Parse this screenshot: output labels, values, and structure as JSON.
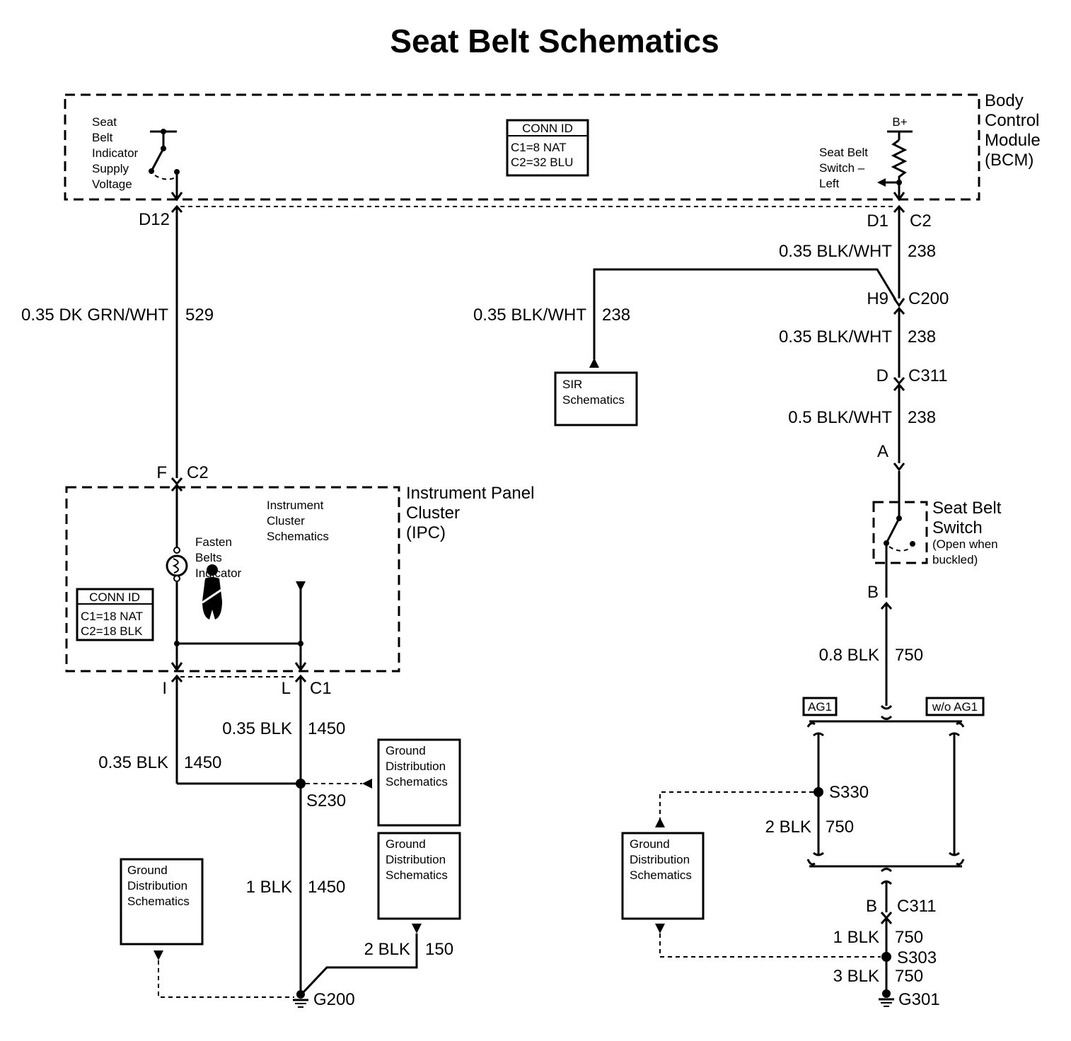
{
  "title": "Seat Belt Schematics",
  "bcm": {
    "name_lines": [
      "Body",
      "Control",
      "Module",
      "(BCM)"
    ],
    "conn_id": {
      "header": "CONN ID",
      "c1": "C1=8 NAT",
      "c2": "C2=32 BLU"
    },
    "supply_label_lines": [
      "Seat",
      "Belt",
      "Indicator",
      "Supply",
      "Voltage"
    ],
    "switch_label_lines": [
      "Seat Belt",
      "Switch –",
      "Left"
    ],
    "bplus": "B+"
  },
  "ipc": {
    "name_lines": [
      "Instrument Panel",
      "Cluster",
      "(IPC)"
    ],
    "conn_id": {
      "header": "CONN ID",
      "c1": "C1=18 NAT",
      "c2": "C2=18 BLK"
    },
    "indicator_label_lines": [
      "Fasten",
      "Belts",
      "Indicator"
    ],
    "schematics_label_lines": [
      "Instrument",
      "Cluster",
      "Schematics"
    ]
  },
  "seat_belt_switch": {
    "name_lines": [
      "Seat Belt",
      "Switch"
    ],
    "note_lines": [
      "(Open when",
      "buckled)"
    ]
  },
  "pins": {
    "d12": "D12",
    "d1": "D1",
    "c2_bcm": "C2",
    "h9": "H9",
    "c200": "C200",
    "d_c311": "D",
    "c311_top": "C311",
    "a": "A",
    "b_switch": "B",
    "f": "F",
    "c2_ipc": "C2",
    "i": "I",
    "l": "L",
    "c1": "C1",
    "b_c311": "B",
    "c311_bottom": "C311"
  },
  "wires": {
    "w529_gauge": "0.35 DK GRN/WHT",
    "w529_num": "529",
    "w238a_gauge": "0.35 BLK/WHT",
    "w238a_num": "238",
    "w238sir_gauge": "0.35 BLK/WHT",
    "w238sir_num": "238",
    "w238b_gauge": "0.35 BLK/WHT",
    "w238b_num": "238",
    "w238c_gauge": "0.5 BLK/WHT",
    "w238c_num": "238",
    "w750a_gauge": "0.8 BLK",
    "w750a_num": "750",
    "w1450a_gauge": "0.35 BLK",
    "w1450a_num": "1450",
    "w1450b_gauge": "0.35 BLK",
    "w1450b_num": "1450",
    "w1450c_gauge": "1 BLK",
    "w1450c_num": "1450",
    "w150_gauge": "2 BLK",
    "w150_num": "150",
    "w750b_gauge": "2 BLK",
    "w750b_num": "750",
    "w750c_gauge": "1 BLK",
    "w750c_num": "750",
    "w750d_gauge": "3 BLK",
    "w750d_num": "750"
  },
  "sir_box_lines": [
    "SIR",
    "Schematics"
  ],
  "ground_box_lines": [
    "Ground",
    "Distribution",
    "Schematics"
  ],
  "splices": {
    "s230": "S230",
    "s330": "S330",
    "s303": "S303"
  },
  "grounds": {
    "g200": "G200",
    "g301": "G301"
  },
  "options": {
    "ag1": "AG1",
    "wo_ag1": "w/o AG1"
  }
}
